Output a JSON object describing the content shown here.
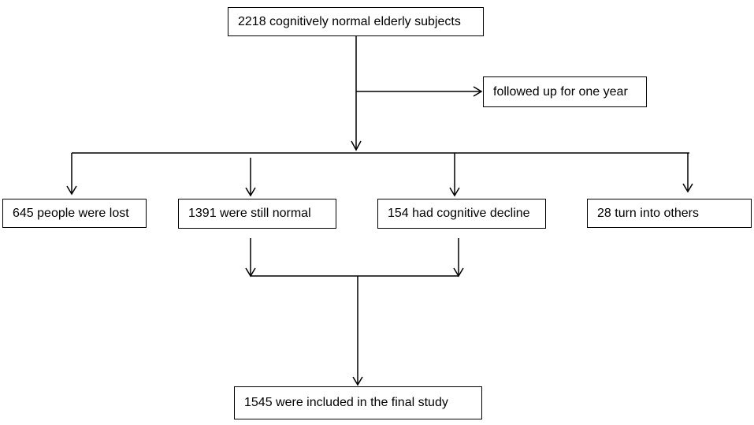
{
  "boxes": {
    "top": "2218 cognitively normal elderly subjects",
    "follow_up": "followed up for one year",
    "lost": "645 people were lost",
    "normal": "1391 were still normal",
    "decline": "154 had cognitive decline",
    "others": "28 turn into others",
    "final": "1545 were included in the final study"
  }
}
